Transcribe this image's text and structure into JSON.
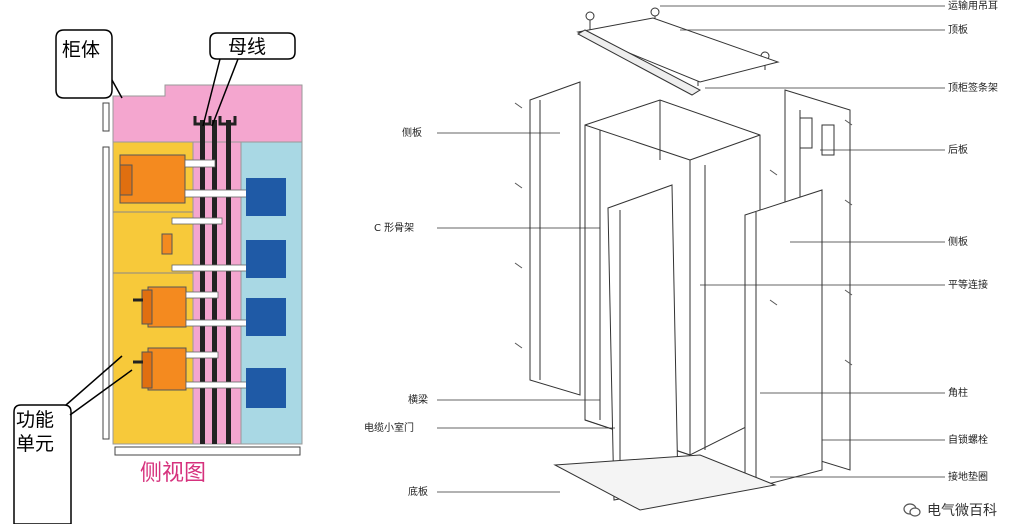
{
  "left_diagram": {
    "cabinet_label": "柜体",
    "busbar_label": "母线",
    "functional_unit_label": "功能单元",
    "side_view_label": "侧视图",
    "colors": {
      "top_pink": "#f4a6cf",
      "unit_yellow": "#f7c93a",
      "component_orange": "#f48a1f",
      "component_blue": "#1f5aa6",
      "right_lightblue": "#a9d8e4",
      "side_view_text": "#d6317d"
    }
  },
  "right_diagram": {
    "labels_left": [
      "侧板",
      "C 形骨架",
      "横梁",
      "电缆小室门",
      "底板"
    ],
    "labels_right": [
      "运输用吊耳",
      "顶板",
      "顶柜签条架",
      "后板",
      "侧板",
      "平等连接",
      "角柱",
      "自锁螺栓",
      "接地垫圈"
    ]
  },
  "watermark": {
    "text": "电气微百科",
    "icon": "wechat-icon"
  }
}
